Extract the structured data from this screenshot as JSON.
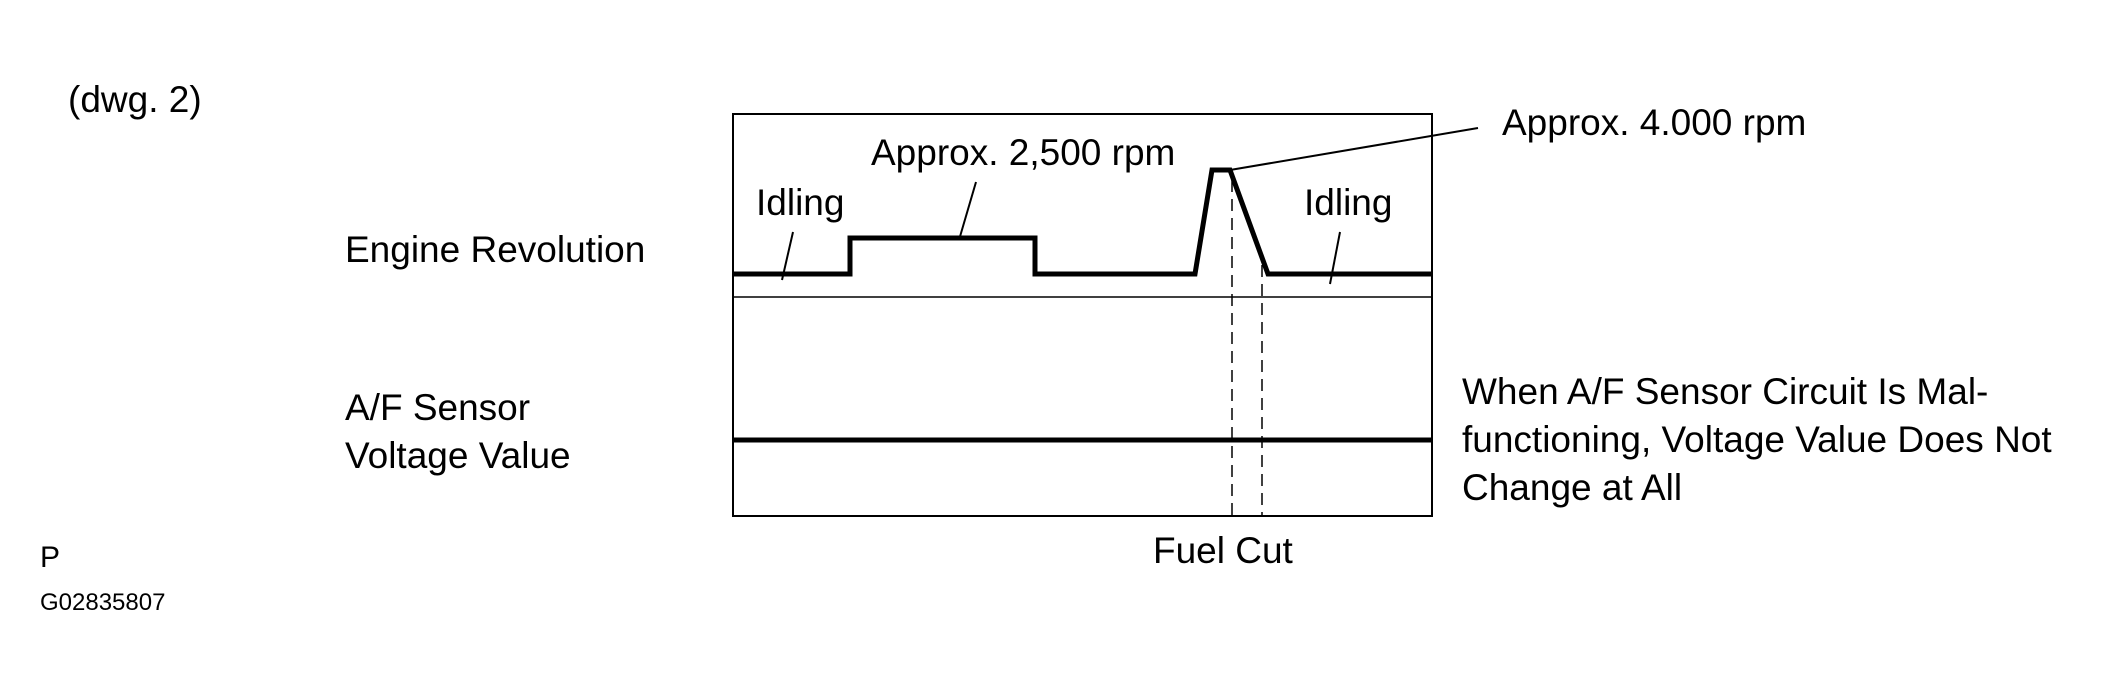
{
  "drawing_label": "(dwg. 2)",
  "rows": {
    "engine_revolution": "Engine Revolution",
    "af_sensor_line1": "A/F Sensor",
    "af_sensor_line2": "Voltage Value"
  },
  "annotations": {
    "idling_left": "Idling",
    "approx_2500": "Approx. 2,500 rpm",
    "approx_4000": "Approx. 4.000 rpm",
    "idling_right": "Idling",
    "fuel_cut": "Fuel Cut"
  },
  "note": {
    "line1": "When A/F Sensor Circuit Is Mal-",
    "line2": "functioning, Voltage Value Does Not",
    "line3": "Change at All"
  },
  "footer": {
    "marker": "P",
    "code": "G02835807"
  }
}
